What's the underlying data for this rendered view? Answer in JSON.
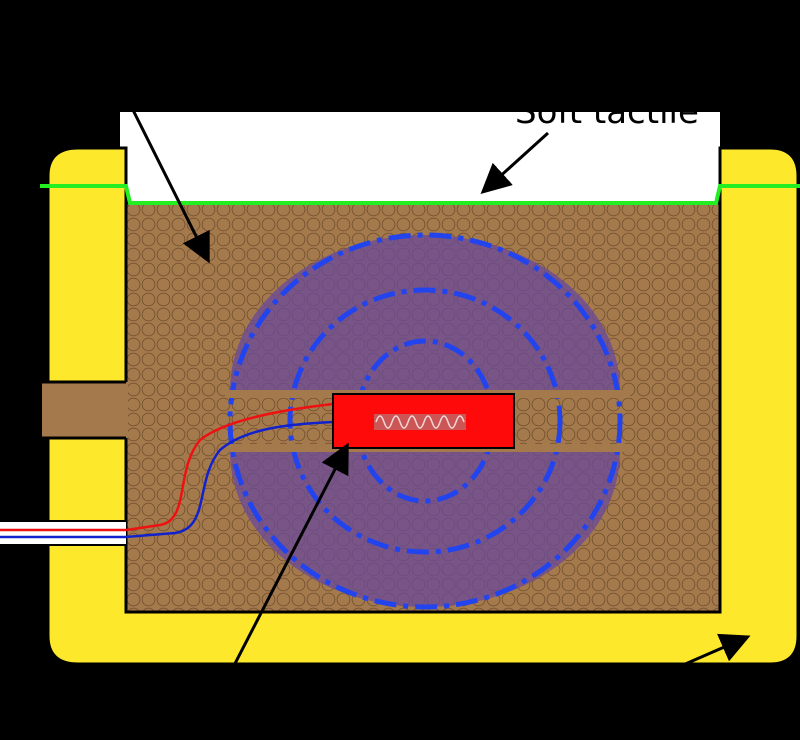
{
  "labels": {
    "top_right": "Soft tactile"
  },
  "colors": {
    "background": "#000000",
    "housing": "#FDE82B",
    "granular_fill": "#A47A4D",
    "membrane": "#22EE22",
    "field_lines": "#2244EE",
    "field_region": "#6A4A9A",
    "magnet": "#FF0A0A",
    "wire_positive": "#EE1111",
    "wire_negative": "#1122CC",
    "arrows": "#000000"
  },
  "icons": {
    "granules": "circle-pattern",
    "coil": "coil-zigzag"
  }
}
